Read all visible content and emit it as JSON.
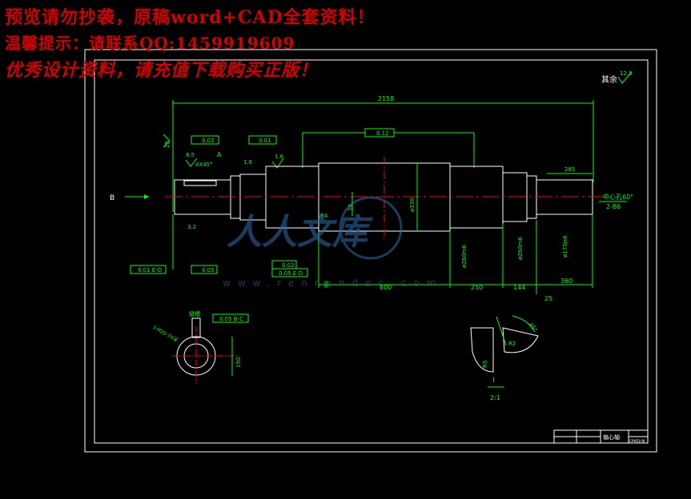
{
  "banner": {
    "line1": "预览请勿抄袭，原稿word+CAD全套资料！",
    "line2": "温馨提示：请联系QQ:1459919609",
    "line3": "优秀设计资料，请充值下载购买正版！"
  },
  "watermark": {
    "logo_text": "人人文库",
    "url": "www.renrendoc.com"
  },
  "drawing": {
    "roughness_label": "其余",
    "roughness_value": "12.5",
    "overall_length": "2158",
    "right_end_length": "285",
    "dims_bottom": [
      "600",
      "250",
      "144",
      "360",
      "25"
    ],
    "center_hole_note": "中心孔60°",
    "center_hole_spec": "2-B6",
    "section_label": "B",
    "chamfer": "4X45°",
    "tol_flatness": "0.02",
    "tol_runout_1": "0.01",
    "tol_runout_2": "0.12",
    "tol_runout_3": "0.02",
    "tol_runout_4": "0.01 E-D",
    "tol_runout_5": "0.05",
    "tol_sym": "0.05 E-D",
    "rough_1": "25",
    "rough_2": "3.2",
    "rough_3": "1.6",
    "rough_4": "8.5",
    "rough_5": "1.6",
    "diam_main": "ø330",
    "diam_a": "ø280m6",
    "diam_b": "ø260m6",
    "diam_c": "ø170js6",
    "dim_18": "18",
    "dim_R4": "R4",
    "dim_60": "60",
    "detail_label": "I",
    "detail_scale": "2:1",
    "detail_R2": "R2",
    "detail_R5": "R5",
    "detail_angle": "45°",
    "section_hole_note": "3-M20-7H深",
    "section_sym": "0.05 B-C",
    "section_dim": "150",
    "title_block_name": "偏心轴",
    "title_block_code": "CPWZJ-08"
  },
  "colors": {
    "outline": "#ffffff",
    "dimension": "#00ff00",
    "centerline": "#ff0000",
    "banner": "#d30000",
    "watermark": "#2a6fb0"
  }
}
